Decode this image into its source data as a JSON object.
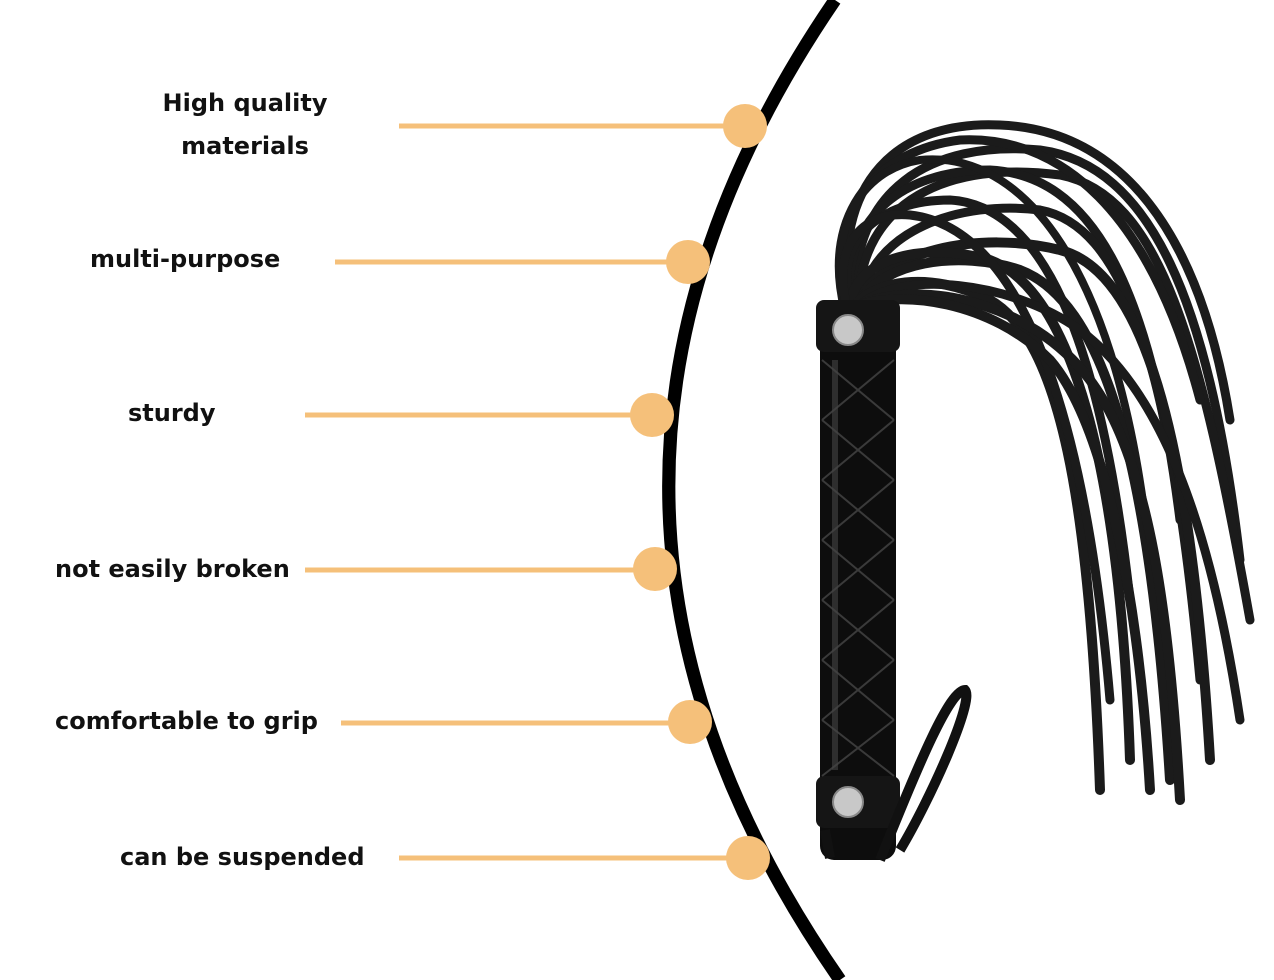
{
  "features": [
    {
      "line1": "High quality",
      "line2": "materials"
    },
    {
      "label": "multi-purpose"
    },
    {
      "label": "sturdy"
    },
    {
      "label": "not easily broken"
    },
    {
      "label": "comfortable to grip"
    },
    {
      "label": "can be suspended"
    }
  ],
  "colors": {
    "accent": "#f5c07a",
    "arc": "#000000",
    "text": "#111111",
    "background": "#ffffff"
  },
  "product_image": "black-leather-flogger-icon"
}
